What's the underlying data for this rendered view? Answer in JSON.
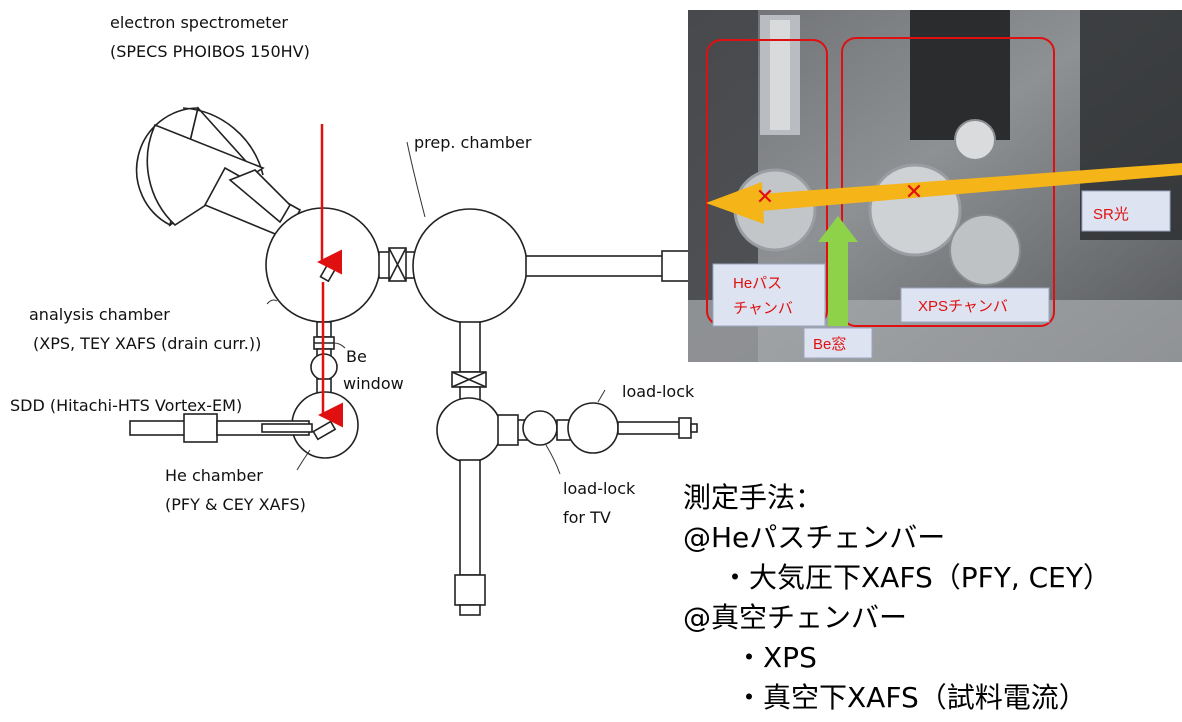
{
  "labels": {
    "spectrometer_line1": "electron spectrometer",
    "spectrometer_line2": "(SPECS PHOIBOS 150HV)",
    "prep_chamber": "prep. chamber",
    "analysis_line1": "analysis chamber",
    "analysis_line2": "(XPS, TEY XAFS (drain curr.))",
    "be_window_line1": "Be",
    "be_window_line2": "window",
    "sdd": "SDD (Hitachi-HTS Vortex-EM)",
    "he_chamber_line1": "He chamber",
    "he_chamber_line2": "(PFY & CEY XAFS)",
    "load_lock": "load-lock",
    "load_lock_tv_line1": "load-lock",
    "load_lock_tv_line2": "for TV"
  },
  "photo": {
    "sr_light": "SR光",
    "he_path_line1": "Heパス",
    "he_path_line2": "チャンバ",
    "xps_chamber": "XPSチャンバ",
    "be_window": "Be窓"
  },
  "notes": {
    "heading": "測定手法：",
    "he_path": "@Heパスチェンバー",
    "he_method": "・大気圧下XAFS（PFY, CEY）",
    "vacuum": "@真空チェンバー",
    "vac_method1": "・XPS",
    "vac_method2": "・真空下XAFS（試料電流）"
  },
  "colors": {
    "beam_red": "#e01010",
    "sr_arrow": "#f5b417",
    "be_arrow": "#8ed24a"
  }
}
